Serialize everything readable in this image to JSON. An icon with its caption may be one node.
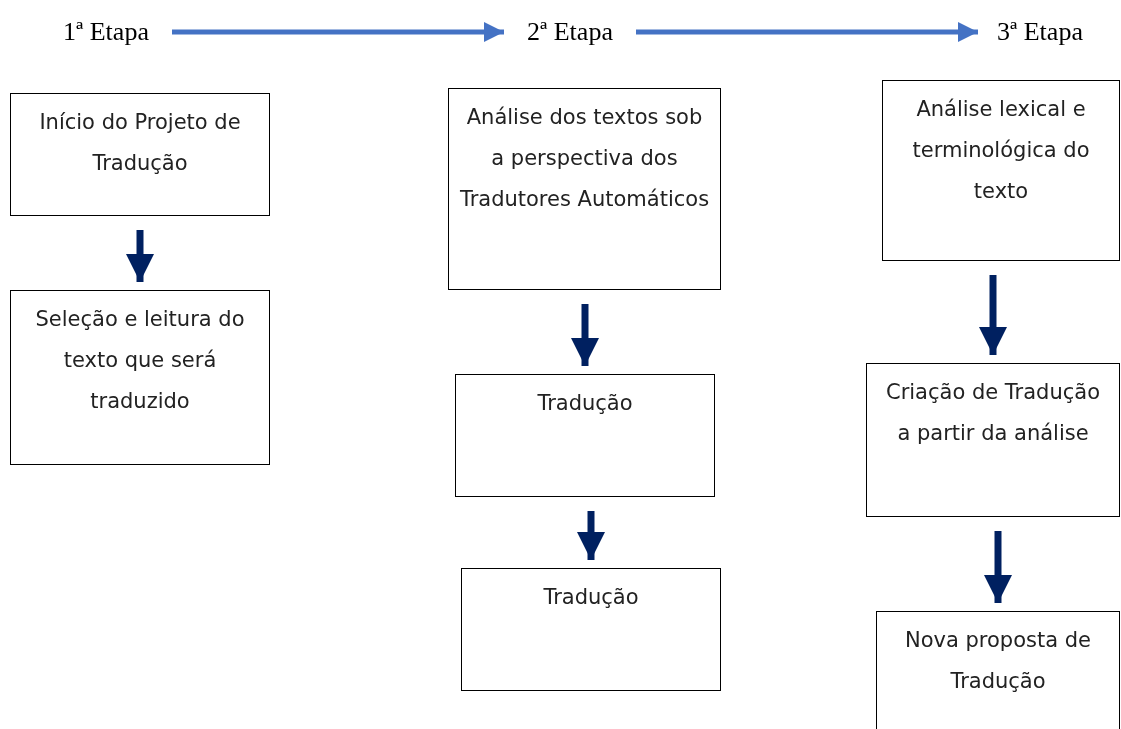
{
  "diagram": {
    "nodes": [
      {
        "text": [
          "1ª Etapa"
        ]
      },
      {
        "text": [
          "2ª Etapa"
        ]
      },
      {
        "text": [
          "3ª Etapa"
        ]
      },
      {
        "text": [
          "Início do Projeto de Tradução"
        ]
      },
      {
        "text": [
          "Seleção e leitura do texto que será traduzido"
        ]
      },
      {
        "text": [
          "Análise dos textos sob a perspectiva dos Tradutores Automáticos"
        ]
      },
      {
        "text": [
          "Tradução"
        ]
      },
      {
        "text": [
          "Tradução"
        ]
      },
      {
        "text": [
          "Análise lexical e terminológica do texto"
        ]
      },
      {
        "text": [
          "Criação de Tradução a partir da análise"
        ]
      },
      {
        "text": [
          "Nova proposta de Tradução"
        ]
      }
    ],
    "edges": [
      {
        "from": 0,
        "to": 1,
        "arrow": "to",
        "color": "#4472c4"
      },
      {
        "from": 1,
        "to": 2,
        "arrow": "to",
        "color": "#4472c4"
      },
      {
        "from": 3,
        "to": 4,
        "arrow": "to"
      },
      {
        "from": 5,
        "to": 6,
        "arrow": "to"
      },
      {
        "from": 6,
        "to": 7,
        "arrow": "to"
      },
      {
        "from": 8,
        "to": 9,
        "arrow": "to"
      },
      {
        "from": 9,
        "to": 10,
        "arrow": "to"
      }
    ]
  }
}
